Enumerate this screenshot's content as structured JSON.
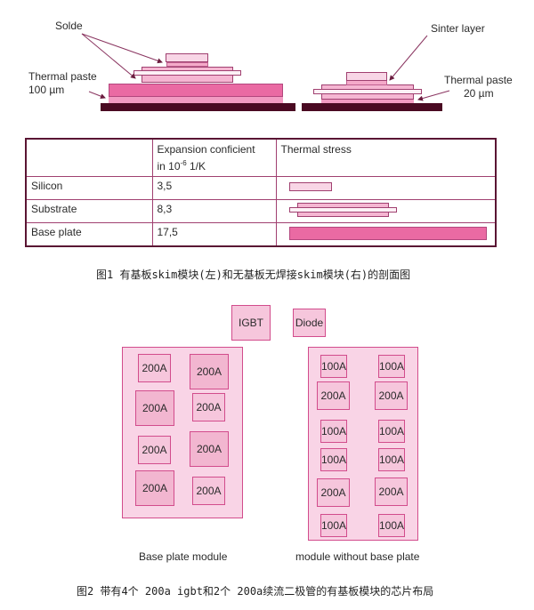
{
  "figure1": {
    "labels": {
      "solder": "Solde",
      "thermal_paste_left_1": "Thermal paste",
      "thermal_paste_left_2": "100 µm",
      "sinter": "Sinter layer",
      "thermal_paste_right_1": "Thermal paste",
      "thermal_paste_right_2": "20 µm"
    },
    "table": {
      "headers": [
        "",
        "Expansion conficient",
        "Thermal stress"
      ],
      "header_unit_prefix": "in 10",
      "header_unit_exp": "-6",
      "header_unit_suffix": " 1/K",
      "rows": [
        {
          "material": "Silicon",
          "coefficient": "3,5"
        },
        {
          "material": "Substrate",
          "coefficient": "8,3"
        },
        {
          "material": "Base plate",
          "coefficient": "17,5"
        }
      ]
    },
    "caption": "图1 有基板skim模块(左)和无基板无焊接skim模块(右)的剖面图"
  },
  "figure2": {
    "legend": {
      "igbt": "IGBT",
      "diode": "Diode"
    },
    "left_module": {
      "label": "Base plate module",
      "chips": [
        "200A",
        "200A",
        "200A",
        "200A",
        "200A",
        "200A",
        "200A",
        "200A"
      ]
    },
    "right_module": {
      "label": "module without base plate",
      "chips": [
        "100A",
        "100A",
        "200A",
        "200A",
        "100A",
        "100A",
        "100A",
        "100A",
        "200A",
        "200A",
        "100A",
        "100A"
      ]
    },
    "caption": "图2 带有4个 200a igbt和2个 200a续流二极管的有基板模块的芯片布局"
  },
  "colors": {
    "chip": "#f8d6e6",
    "substrate": "#f5b6d2",
    "base_plate": "#ea6aa3",
    "heatsink": "#4a0a22",
    "module_bg": "#f9d4e6",
    "border": "#d24c8c"
  }
}
